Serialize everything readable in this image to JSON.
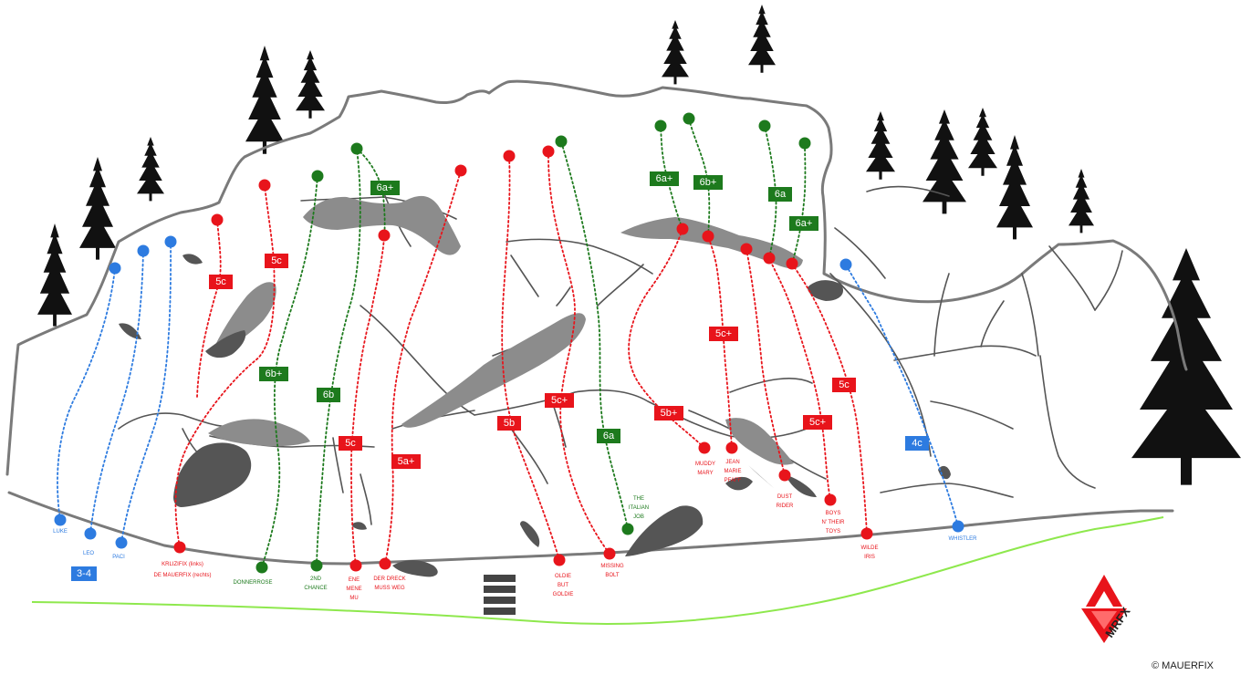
{
  "colors": {
    "red": "#e8141b",
    "green": "#1d7a1d",
    "blue": "#2d7be0",
    "rock": "#8c8c8c",
    "outline": "#7a7a7a",
    "ground": "#8ee84d"
  },
  "blue_group_badge": "3-4",
  "routes": [
    {
      "id": "luke",
      "color": "blue",
      "grade": "",
      "name": [
        "LUKE"
      ]
    },
    {
      "id": "leo",
      "color": "blue",
      "grade": "",
      "name": [
        "LEO"
      ]
    },
    {
      "id": "paci",
      "color": "blue",
      "grade": "",
      "name": [
        "PACI"
      ]
    },
    {
      "id": "krlizifix",
      "color": "red",
      "grade": "5c",
      "name": [
        "KRLIZIFIX (links)",
        "DE MAUERFIX (rechts)"
      ]
    },
    {
      "id": "krlizifix-right",
      "color": "red",
      "grade": "5c",
      "name": []
    },
    {
      "id": "donnerrose",
      "color": "green",
      "grade": "6b+",
      "name": [
        "DONNERROSE"
      ]
    },
    {
      "id": "2nd-chance",
      "color": "green",
      "grade": "6b",
      "name": [
        "2ND",
        "CHANCE"
      ]
    },
    {
      "id": "ene-mene-mu",
      "color": "red",
      "grade": "5c",
      "name": [
        "ENE",
        "MENE",
        "MU"
      ]
    },
    {
      "id": "6a-plus-left",
      "color": "green",
      "grade": "6a+",
      "name": []
    },
    {
      "id": "der-dreck",
      "color": "red",
      "grade": "5a+",
      "name": [
        "DER DRECK",
        "MUSS WEG"
      ]
    },
    {
      "id": "oldie",
      "color": "red",
      "grade": "5b",
      "name": [
        "OLDIE",
        "BUT",
        "GOLDIE"
      ]
    },
    {
      "id": "missing-bolt",
      "color": "red",
      "grade": "5c+",
      "name": [
        "MISSING",
        "BOLT"
      ]
    },
    {
      "id": "italian-job",
      "color": "green",
      "grade": "6a",
      "name": [
        "THE",
        "ITALIAN",
        "JOB"
      ]
    },
    {
      "id": "muddy-mary",
      "color": "red",
      "grade": "5b+",
      "name": [
        "MUDDY",
        "MARY"
      ]
    },
    {
      "id": "jean-marie",
      "color": "red",
      "grade": "5c+",
      "name": [
        "JEAN",
        "MARIE",
        "PFAFF"
      ]
    },
    {
      "id": "dust-rider",
      "color": "red",
      "grade": "",
      "name": [
        "DUST",
        "RIDER"
      ]
    },
    {
      "id": "boys-toys",
      "color": "red",
      "grade": "5c+",
      "name": [
        "BOYS",
        "N' THEIR",
        "TOYS"
      ]
    },
    {
      "id": "wilde-iris",
      "color": "red",
      "grade": "5c",
      "name": [
        "WILDE",
        "IRIS"
      ]
    },
    {
      "id": "whistler",
      "color": "blue",
      "grade": "4c",
      "name": [
        "WHISTLER"
      ]
    },
    {
      "id": "6a-plus-r1",
      "color": "green",
      "grade": "6a+",
      "name": []
    },
    {
      "id": "6b-plus-r",
      "color": "green",
      "grade": "6b+",
      "name": []
    },
    {
      "id": "6a-r",
      "color": "green",
      "grade": "6a",
      "name": []
    },
    {
      "id": "6a-plus-r2",
      "color": "green",
      "grade": "6a+",
      "name": []
    }
  ],
  "logo": {
    "text": "MRFX"
  },
  "copyright": "© MAUERFIX"
}
